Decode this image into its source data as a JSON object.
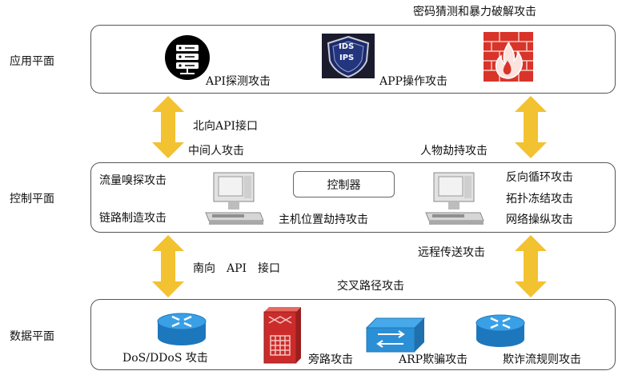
{
  "top_caption": "密码猜测和暴力破解攻击",
  "planes": {
    "application": "应用平面",
    "control": "控制平面",
    "data": "数据平面"
  },
  "application_plane": {
    "api_probe": "API探测攻击",
    "app_operation": "APP操作攻击",
    "ids_badge_top": "IDS",
    "ids_badge_bottom": "IPS"
  },
  "northbound": {
    "label": "北向API接口",
    "mitm": "中间人攻击",
    "hijack": "人物劫持攻击"
  },
  "control_plane": {
    "controller": "控制器",
    "traffic_sniff": "流量嗅探攻击",
    "link_forge": "链路制造攻击",
    "host_hijack": "主机位置劫持攻击",
    "reverse_loop": "反向循环攻击",
    "topology_freeze": "拓扑冻结攻击",
    "network_manip": "网络操纵攻击"
  },
  "southbound": {
    "label": "南向　API　接口",
    "remote_transfer": "远程传送攻击",
    "cross_path": "交叉路径攻击"
  },
  "data_plane": {
    "dos": "DoS/DDoS 攻击",
    "bypass": "旁路攻击",
    "arp": "ARP欺骗攻击",
    "flow_rule": "欺诈流规则攻击"
  },
  "colors": {
    "arrow": "#f2c230",
    "router": "#2d8fd6",
    "firewall": "#d8342a",
    "firewall_light": "#f4a49a",
    "server_bg": "#000000",
    "ids_shield": "#1a2a6b"
  }
}
